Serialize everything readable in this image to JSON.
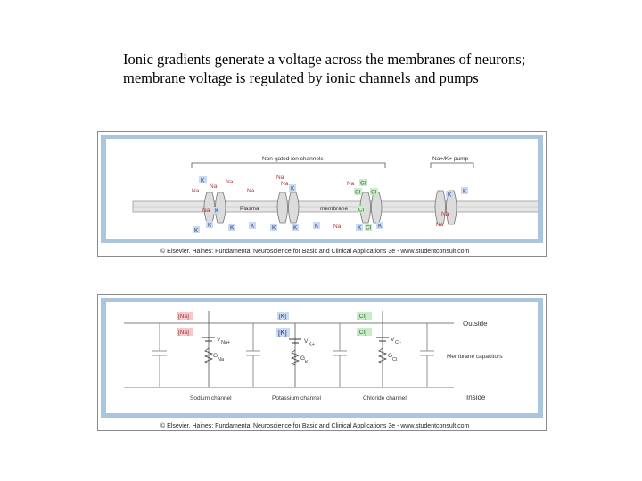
{
  "title": {
    "line1": "Ionic gradients generate a voltage across the membranes of neurons;",
    "line2": "membrane voltage is regulated by ionic channels and pumps"
  },
  "figure1": {
    "nongated_label": "Non-gated ion channels",
    "pump_label": "Na+/K+ pump",
    "plasma_label": "Plasma",
    "membrane_label": "membrane",
    "copyright": "© Elsevier. Haines: Fundamental Neuroscience for Basic and Clinical Applications 3e - www.studentconsult.com",
    "ions_above": [
      "K",
      "Na",
      "Na",
      "Na",
      "Na",
      "Na",
      "K",
      "Na",
      "Cl",
      "Cl",
      "Cl",
      "K",
      "K",
      "Na"
    ],
    "ions_below": [
      "Na",
      "K",
      "K",
      "K",
      "K",
      "K",
      "K",
      "K",
      "Na",
      "K",
      "Cl",
      "K",
      "Na",
      "Na",
      "Cl",
      "K"
    ]
  },
  "figure2": {
    "outside_label": "Outside",
    "inside_label": "Inside",
    "capacitors_label": "Membrane capacitors",
    "conc_na_out": "[Na]",
    "conc_na_in": "[Na]",
    "conc_k_out": "[K]",
    "conc_k_in": "[K]",
    "conc_cl_out": "[Cl]",
    "conc_cl_in": "[Cl]",
    "v_na": "V",
    "v_na_sub": "Na+",
    "g_na": "G",
    "g_na_sub": "Na",
    "v_k": "V",
    "v_k_sub": "K+",
    "g_k": "G",
    "g_k_sub": "K",
    "v_cl": "V",
    "v_cl_sub": "Cl-",
    "g_cl": "G",
    "g_cl_sub": "Cl",
    "sodium_channel": "Sodium channel",
    "potassium_channel": "Potassium channel",
    "chloride_channel": "Chloride channel",
    "copyright": "© Elsevier. Haines: Fundamental Neuroscience for Basic and Clinical Applications 3e - www.studentconsult.com"
  },
  "colors": {
    "frame": "#a9c6de",
    "na_box": "#f6c8c8",
    "k_box": "#c9daf3",
    "cl_box": "#c9ecc9"
  }
}
